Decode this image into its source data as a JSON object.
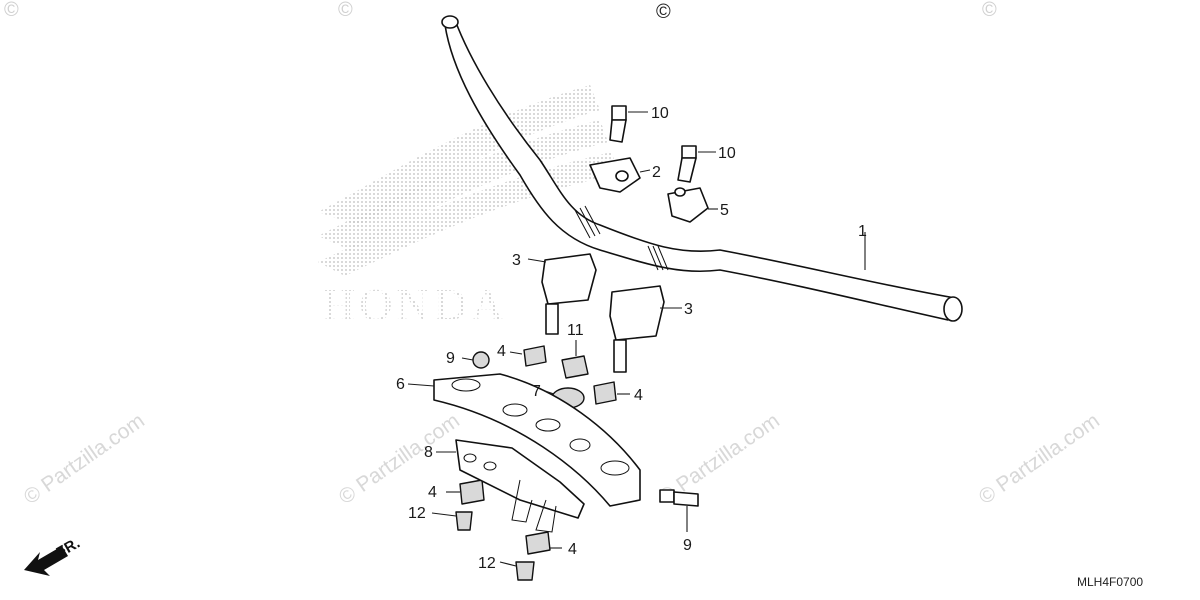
{
  "diagram": {
    "code": "MLH4F0700",
    "direction_label": "FR.",
    "brand_logo": "HONDA",
    "watermark": "© Partzilla.com",
    "copyright_mark": "©",
    "callouts": {
      "c1": "1",
      "c2": "2",
      "c3a": "3",
      "c3b": "3",
      "c4a": "4",
      "c4b": "4",
      "c4c": "4",
      "c4d": "4",
      "c5": "5",
      "c6": "6",
      "c7": "7",
      "c8": "8",
      "c9a": "9",
      "c9b": "9",
      "c10a": "10",
      "c10b": "10",
      "c11": "11",
      "c12a": "12",
      "c12b": "12"
    }
  }
}
